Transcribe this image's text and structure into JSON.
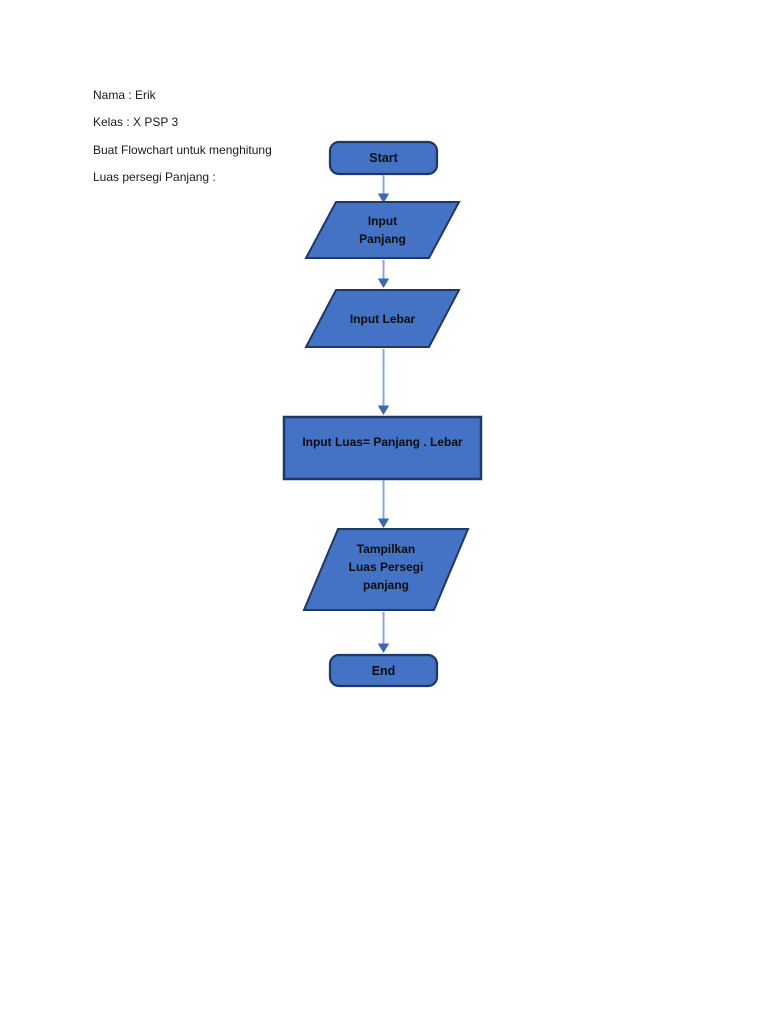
{
  "notes": {
    "lines": [
      "Nama : Erik",
      "Kelas : X PSP 3",
      "Buat Flowchart untuk menghitung",
      "Luas persegi Panjang :"
    ]
  },
  "flowchart": {
    "colors": {
      "shape_fill": "#4472c4",
      "shape_border": "#1f3864",
      "arrow_line": "#8aa7dd",
      "arrow_head": "#3c68b4"
    },
    "nodes": {
      "start": {
        "type": "terminator",
        "label": "Start"
      },
      "input_panjang": {
        "type": "data-parallelogram",
        "lines": [
          "Input",
          "Panjang"
        ]
      },
      "input_lebar": {
        "type": "data-parallelogram",
        "lines": [
          "Input Lebar"
        ]
      },
      "process": {
        "type": "process-rectangle",
        "lines": [
          "Input Luas= Panjang . Lebar"
        ]
      },
      "output": {
        "type": "data-parallelogram",
        "lines": [
          "Tampilkan",
          "Luas Persegi",
          "panjang"
        ]
      },
      "end": {
        "type": "terminator",
        "label": "End"
      }
    }
  }
}
